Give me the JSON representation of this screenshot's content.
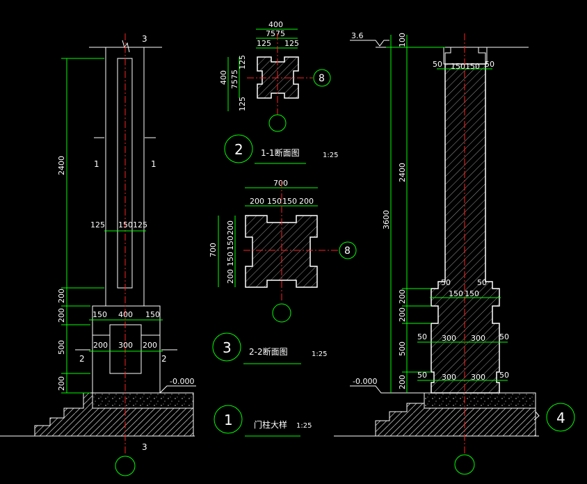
{
  "colors": {
    "background": "#000000",
    "dimension": "#00ff00",
    "outline": "#ffffff",
    "center": "#ff2020",
    "hatch": "#9a9a9a"
  },
  "elevation": {
    "cut_top": "3",
    "cut_bottom": "3",
    "cut_1": "1",
    "cut_2": "2",
    "dim_total": "2400",
    "dim_200a": "200",
    "dim_200b": "200",
    "dim_500": "500",
    "dim_200c": "200",
    "shaft_w": [
      "125",
      "150",
      "125"
    ],
    "cap_w": [
      "150",
      "400",
      "150"
    ],
    "base_w": [
      "200",
      "300",
      "200"
    ],
    "level": "-0.000",
    "bubble": "1",
    "title": "门柱大样",
    "scale": "1:25"
  },
  "section1": {
    "total": "400",
    "sub": "7575",
    "top_left": "125",
    "top_right": "125",
    "v_total": "400",
    "v_sub1": "125",
    "v_sub2": "7575",
    "v_sub3": "125",
    "axis": "8",
    "bubble": "2",
    "title": "1-1断面图",
    "scale": "1:25"
  },
  "section2": {
    "total": "700",
    "parts": [
      "200",
      "150",
      "150",
      "200"
    ],
    "v_total": "700",
    "v_parts": [
      "200",
      "150",
      "150",
      "200"
    ],
    "axis": "8",
    "bubble": "3",
    "title": "2-2断面图",
    "scale": "1:25"
  },
  "section_side": {
    "level_top": "3.6",
    "dim_100": "100",
    "dim_2400": "2400",
    "dim_3600": "3600",
    "dim_200a": "200",
    "dim_200b": "200",
    "dim_500": "500",
    "dim_200c": "200",
    "top_w": [
      "50",
      "150",
      "150",
      "50"
    ],
    "mid_w": [
      "50",
      "150",
      "150",
      "50"
    ],
    "lower_w": [
      "50",
      "300",
      "300",
      "50"
    ],
    "base_w": [
      "50",
      "300",
      "300",
      "50"
    ],
    "level": "-0.000",
    "bubble": "4"
  }
}
